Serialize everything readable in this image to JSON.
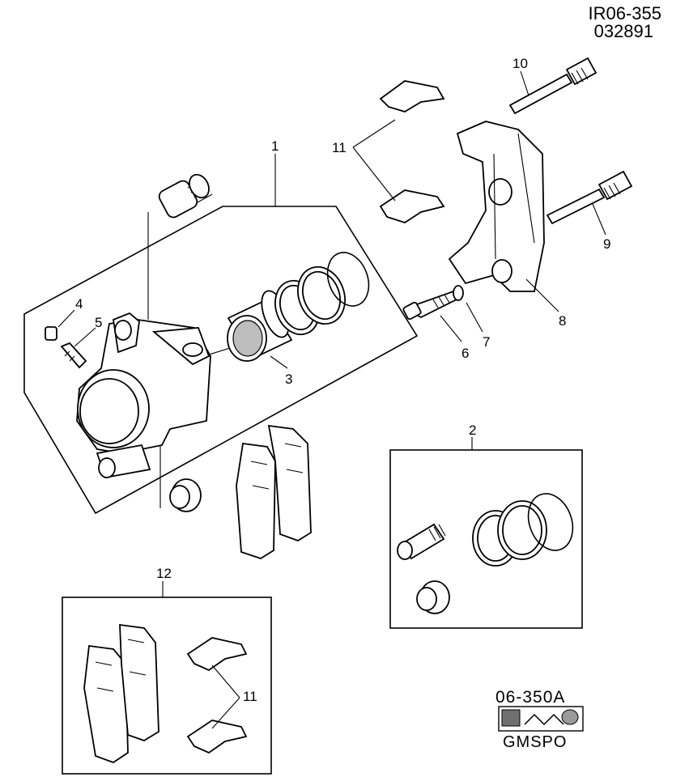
{
  "header": {
    "diagram_id": "IR06-355",
    "date_code": "032891"
  },
  "callouts": {
    "c1": "1",
    "c2": "2",
    "c3": "3",
    "c4": "4",
    "c5": "5",
    "c6": "6",
    "c7": "7",
    "c8": "8",
    "c9": "9",
    "c10": "10",
    "c11_top": "11",
    "c11_bottom": "11",
    "c12": "12"
  },
  "logo": {
    "code": "06-350A",
    "name": "GMSPO"
  }
}
